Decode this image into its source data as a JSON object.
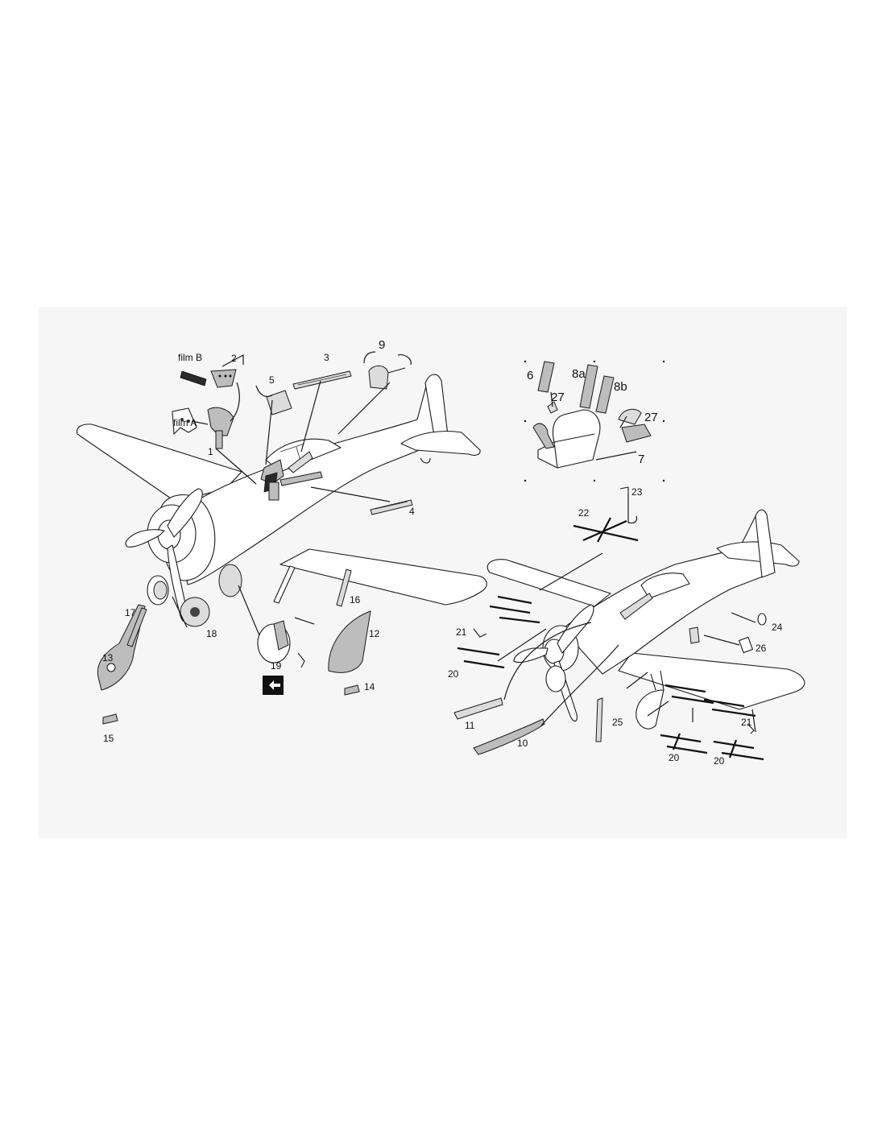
{
  "labels": {
    "film_b": "film B",
    "film_a": "film A",
    "p1": "1",
    "p2": "2",
    "p3": "3",
    "p4": "4",
    "p5": "5",
    "p6": "6",
    "p7": "7",
    "p8a": "8a",
    "p8b": "8b",
    "p9": "9",
    "p10": "10",
    "p11": "11",
    "p12": "12",
    "p13": "13",
    "p14": "14",
    "p15": "15",
    "p16": "16",
    "p17": "17",
    "p18": "18",
    "p19": "19",
    "p20a": "20",
    "p20b": "20",
    "p20c": "20",
    "p21a": "21",
    "p21b": "21",
    "p22": "22",
    "p23": "23",
    "p24": "24",
    "p25": "25",
    "p26": "26",
    "p27a": "27",
    "p27b": "27"
  },
  "icons": {
    "fold_symbol": "fold-symbol-icon"
  },
  "colors": {
    "background": "#ffffff",
    "sheet": "#f6f6f6",
    "line": "#1a1a1a",
    "part_fill": "#bdbdbd"
  }
}
